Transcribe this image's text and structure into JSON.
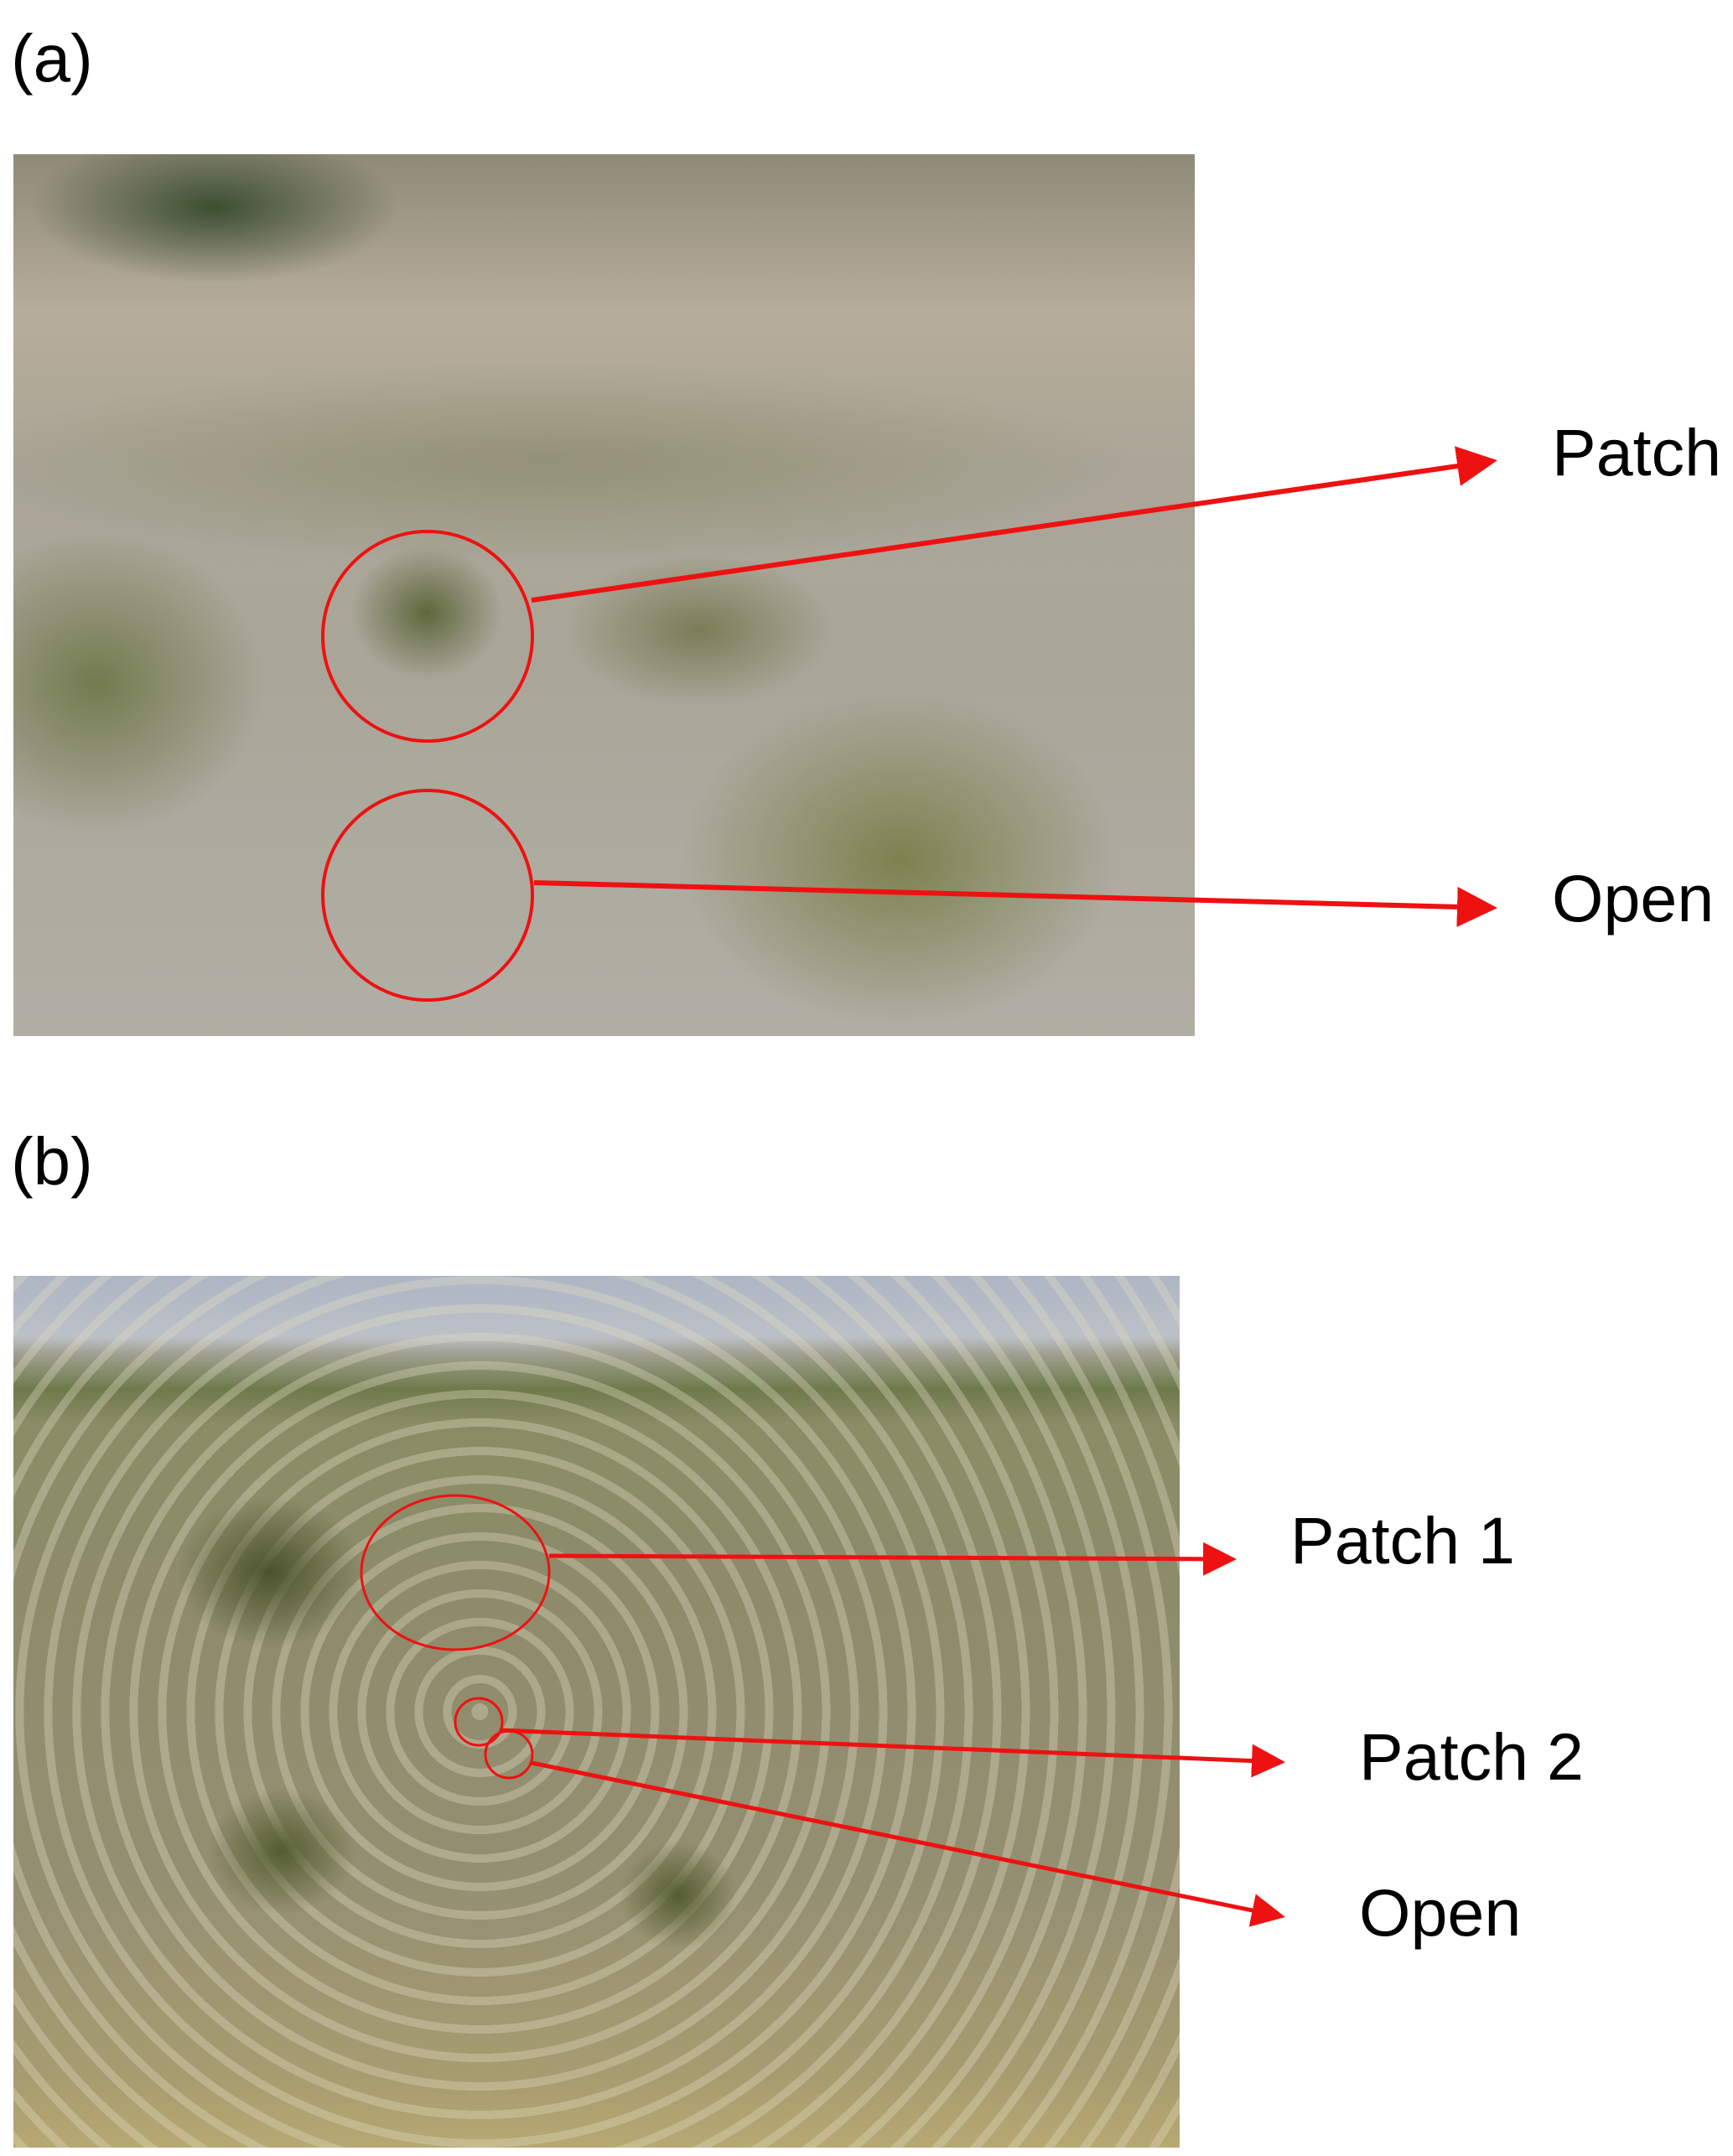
{
  "panel_a": {
    "label": "(a)",
    "annotations": {
      "patch": "Patch",
      "open": "Open"
    }
  },
  "panel_b": {
    "label": "(b)",
    "annotations": {
      "patch1": "Patch 1",
      "patch2": "Patch 2",
      "open": "Open"
    }
  },
  "colors": {
    "annotation": "#ee1111",
    "text": "#000000"
  }
}
